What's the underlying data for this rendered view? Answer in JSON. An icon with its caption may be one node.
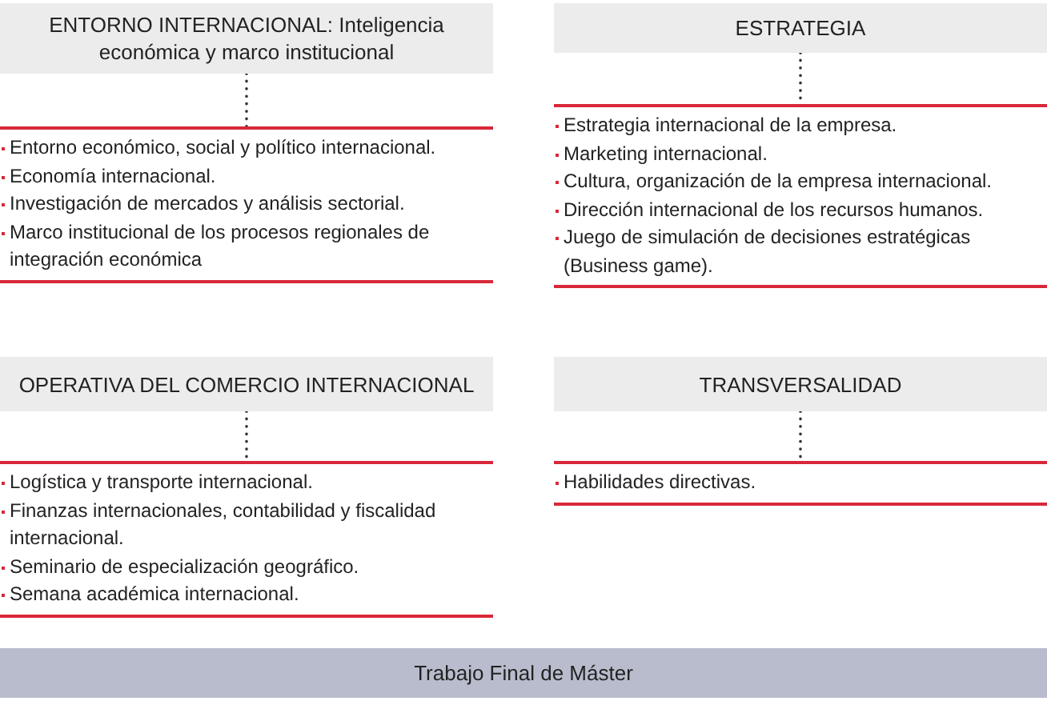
{
  "diagram": {
    "nodes": [
      {
        "text": [
          "ENTORNO INTERNACIONAL: Inteligencia económica y marco institucional"
        ]
      },
      {
        "text": [
          "ESTRATEGIA"
        ]
      },
      {
        "text": [
          "Entorno económico, social y político internacional.",
          "Economía internacional.",
          "Investigación de mercados y análisis sectorial.",
          "Marco institucional de los procesos regionales de integración económica"
        ]
      },
      {
        "text": [
          "Estrategia internacional de la empresa.",
          "Marketing internacional.",
          "Cultura, organización de la empresa internacional.",
          "Dirección internacional de los recursos humanos.",
          "Juego de simulación de decisiones estratégicas (Business game)."
        ]
      },
      {
        "text": [
          "OPERATIVA DEL COMERCIO INTERNACIONAL"
        ]
      },
      {
        "text": [
          "TRANSVERSALIDAD"
        ]
      },
      {
        "text": [
          "Logística y transporte internacional.",
          "Finanzas internacionales, contabilidad y fiscalidad internacional.",
          "Seminario de especialización geográfico.",
          "Semana académica internacional."
        ]
      },
      {
        "text": [
          "Habilidades directivas."
        ]
      },
      {
        "text": [
          "Trabajo Final de Máster"
        ]
      }
    ],
    "edges": [
      {
        "from": 0,
        "to": 2,
        "arrow": "none",
        "style": "dashed"
      },
      {
        "from": 1,
        "to": 3,
        "arrow": "none",
        "style": "dashed"
      },
      {
        "from": 4,
        "to": 6,
        "arrow": "none",
        "style": "dashed"
      },
      {
        "from": 5,
        "to": 7,
        "arrow": "none",
        "style": "dashed"
      }
    ]
  }
}
